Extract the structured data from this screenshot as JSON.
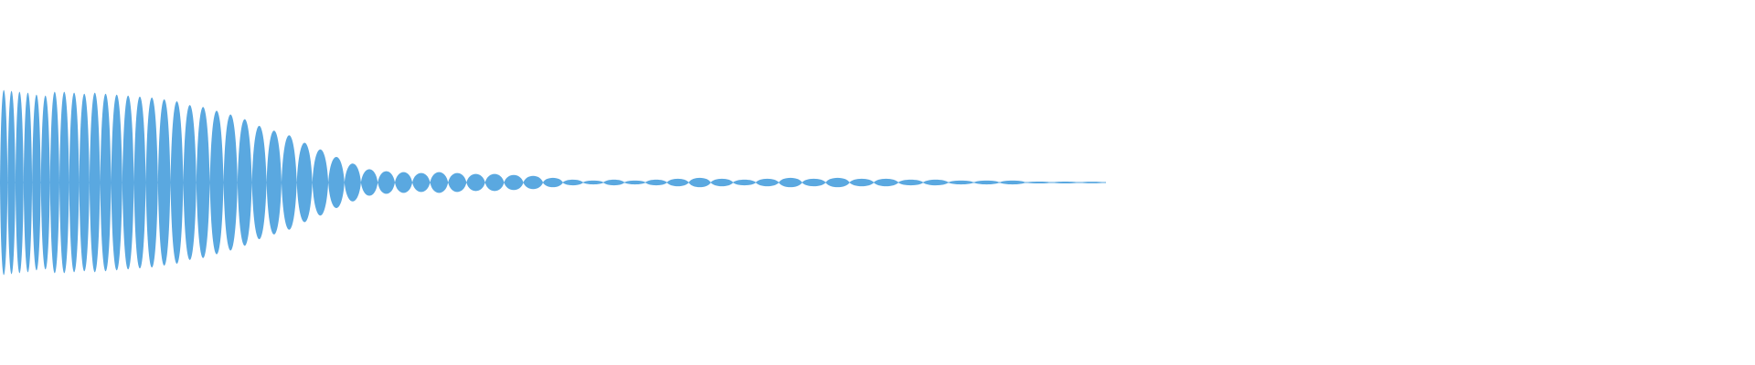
{
  "waveform": {
    "color": "#5aa8e0",
    "background": "#ffffff",
    "visible_duration_fraction": 0.63,
    "lobes": [
      0.98,
      0.97,
      0.96,
      0.95,
      0.93,
      0.92,
      0.96,
      0.96,
      0.95,
      0.94,
      0.95,
      0.94,
      0.93,
      0.92,
      0.91,
      0.9,
      0.88,
      0.86,
      0.82,
      0.8,
      0.76,
      0.72,
      0.67,
      0.6,
      0.55,
      0.5,
      0.42,
      0.35,
      0.27,
      0.2,
      0.14,
      0.12,
      0.11,
      0.1,
      0.11,
      0.1,
      0.09,
      0.09,
      0.08,
      0.07,
      0.05,
      0.03,
      0.02,
      0.03,
      0.02,
      0.03,
      0.04,
      0.05,
      0.04,
      0.03,
      0.04,
      0.05,
      0.04,
      0.05,
      0.04,
      0.04,
      0.03,
      0.03,
      0.02,
      0.02,
      0.02,
      0.01,
      0.01,
      0.005
    ]
  }
}
